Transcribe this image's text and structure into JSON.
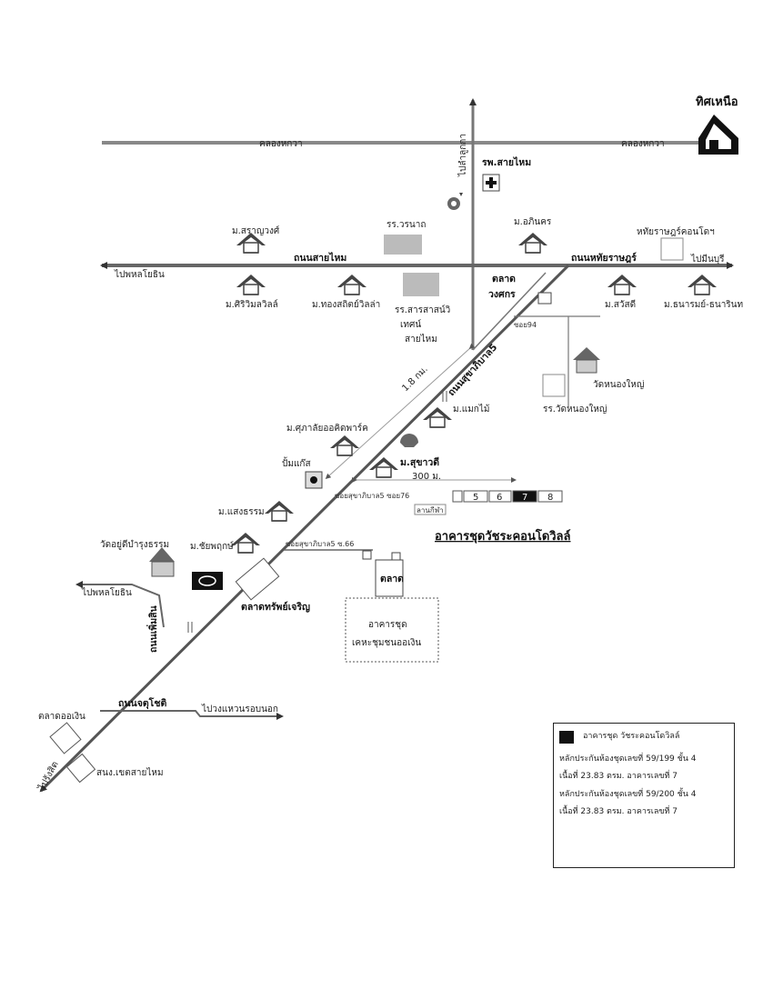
{
  "roads": {
    "khlong_hok_wa_left": "คลองหกวา",
    "khlong_hok_wa_right": "คลองหกวา",
    "sai_mai": "ถนนสายไหม",
    "hathairat": "ถนนหทัยราษฎร์",
    "sukhapiban5": "ถนนสุขาภิบาล5",
    "phum_sin": "ถนนเพิ่มสิน",
    "chatuchot": "ถนนจตุโชติ",
    "soi_94": "ซอย94",
    "soi_sukhapiban5_76": "ซอยสุขาภิบาล5 ซอย76",
    "soi_sukhapiban5_66": "ซอยสุขาภิบาล5 ซ.66",
    "to_lam_luk_ka": "ไปลำลูกกา",
    "to_phahonyothin_top": "ไปพหลโยธิน",
    "to_min_buri": "ไปมีนบุรี",
    "to_phahonyothin_bottom": "ไปพหลโยธิน",
    "to_wongwaen": "ไปวงแหวนรอบนอก",
    "to_rangsit": "ไปรังสิต"
  },
  "compass": {
    "label": "ทิศเหนือ"
  },
  "places": {
    "hospital": "รพ.สายไหม",
    "worranat_school": "รร.วรนาถ",
    "saranwong": "ม.สราญวงศ์",
    "apinakorn": "ม.อภินคร",
    "hathairat_condo": "หทัยราษฎร์คอนโดฯ",
    "sriwimon_villa": "ม.ศิริวิมลวิลล์",
    "thongsathit_villa": "ม.ทองสถิตย์วิลล่า",
    "sarasas_school_1": "รร.สารสาสน์วิ",
    "sarasas_school_2": "เทศน์",
    "sarasas_school_3": "สายไหม",
    "wongsakorn_market_1": "ตลาด",
    "wongsakorn_market_2": "วงศกร",
    "sawatdee": "ม.สวัสดี",
    "thanarom": "ม.ธนารมย์-ธนารินท",
    "wat_nong_yai": "วัดหนองใหญ่",
    "wat_nong_yai_school": "รร.วัดหนองใหญ่",
    "makmai": "ม.แมกไม้",
    "sukhawadee": "ม.สุขาวดี",
    "suphalai_orchid": "ม.ศุภาลัยออคิดพาร์ค",
    "gas_station": "ปั้มแก๊ส",
    "saengtham": "ม.แสงธรรม",
    "chaiyaphruek": "ม.ชัยพฤกษ์",
    "wat_bamrung": "วัดอยู่ดีบำรุงธรรม",
    "sap_charoen_market": "ตลาดทรัพย์เจริญ",
    "market_small": "ตลาด",
    "or_ngoen_market": "ตลาดออเงิน",
    "khet_sai_mai_office": "สนง.เขตสายไหม",
    "parking": "ลานกีฬา",
    "condo_label_1": "อาคารชุด",
    "condo_label_2": "เคหะชุมชนออเงิน"
  },
  "distances": {
    "d1": "1.8 กม.",
    "d2": "300 ม."
  },
  "building_numbers": [
    "5",
    "6",
    "7",
    "8"
  ],
  "highlighted_building": "7",
  "project_title": "อาคารชุดวัชระคอนโดวิลล์",
  "legend": {
    "key_label": "อาคารชุด วัชระคอนโดวิลล์",
    "line1": "หลักประกันห้องชุดเลขที่ 59/199 ชั้น 4",
    "line2": "เนื้อที่ 23.83 ตรม. อาคารเลขที่ 7",
    "line3": "หลักประกันห้องชุดเลขที่ 59/200 ชั้น 4",
    "line4": "เนื้อที่ 23.83 ตรม. อาคารเลขที่ 7"
  },
  "colors": {
    "road": "#888888",
    "road_dark": "#555555",
    "highlight": "#111111"
  }
}
